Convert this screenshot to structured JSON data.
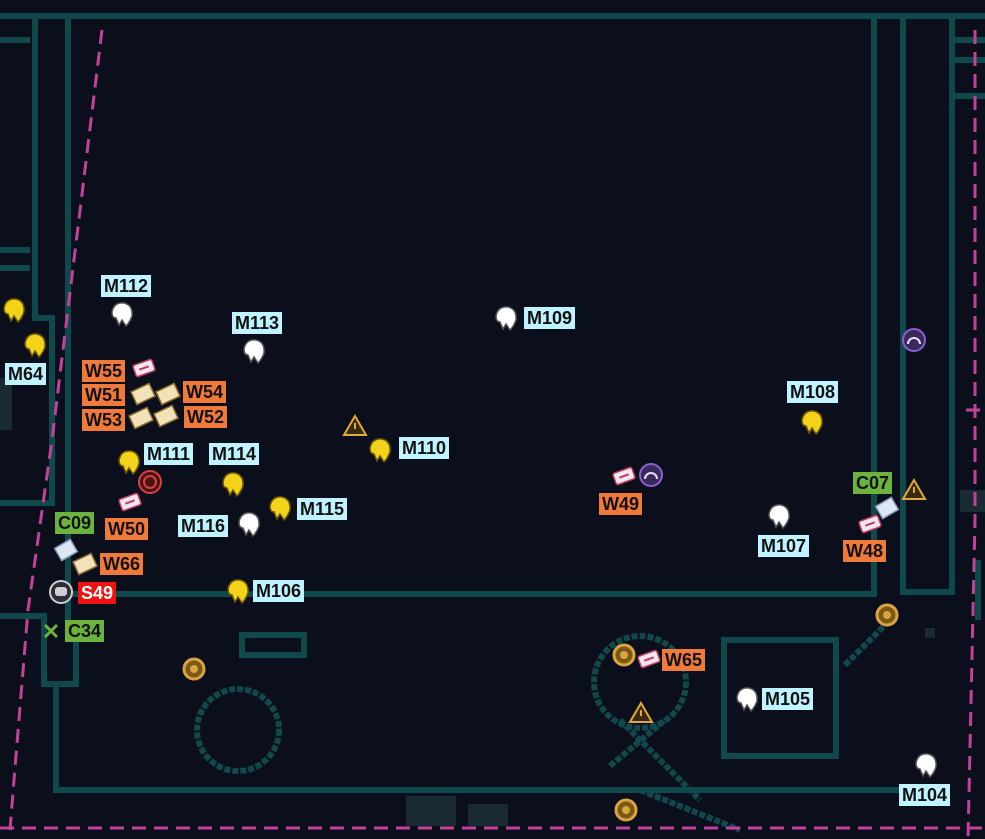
{
  "colors": {
    "background": "#0b0f1c",
    "walls": "#10494c",
    "boundary": "#c2419b",
    "mob_label": "#bff3ff",
    "loot_label": "#f07a3a",
    "chest_label": "#6bb33c",
    "spawn_label": "#f01212",
    "yellow_marker": "#f2d31a",
    "white_marker": "#ffffff",
    "gold_ring": "#d9a441",
    "purple_marker": "#8a5fd6"
  },
  "markers": {
    "mobs": [
      "M112",
      "M113",
      "M109",
      "M64",
      "M108",
      "M110",
      "M111",
      "M114",
      "M115",
      "M116",
      "M107",
      "M106",
      "M105",
      "M104"
    ],
    "loot": [
      "W55",
      "W51",
      "W54",
      "W53",
      "W52",
      "W50",
      "W49",
      "W48",
      "W66",
      "W65"
    ],
    "chests": [
      "C09",
      "C07",
      "C34"
    ],
    "spawns": [
      "S49"
    ]
  },
  "icons": {
    "mob_yellow": "yellow-mob-icon",
    "mob_white": "white-mob-icon",
    "loot_ticket": "ticket-icon",
    "loot_scroll": "scroll-icon",
    "loot_paper": "paper-icon",
    "warning": "warning-triangle-icon",
    "gold_ring": "gold-coin-icon",
    "purple_portal": "portal-icon",
    "red_target": "target-icon",
    "cross": "cross-icon",
    "skull": "skull-icon"
  }
}
